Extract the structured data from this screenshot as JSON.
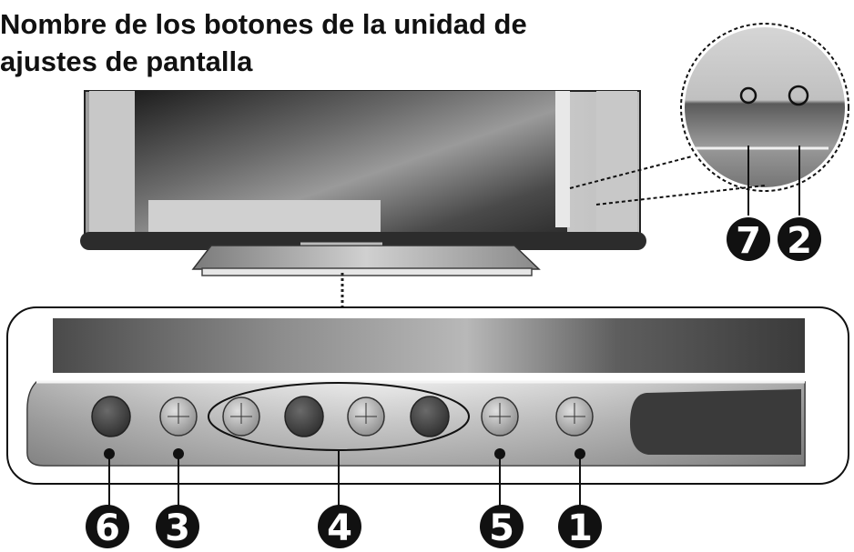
{
  "title": {
    "line1": "Nombre de los botones de la unidad de",
    "line2": "ajustes de pantalla"
  },
  "callouts": {
    "button_1": "1",
    "button_2": "2",
    "button_3": "3",
    "button_4": "4",
    "button_5": "5",
    "button_6": "6",
    "button_7": "7"
  },
  "colors": {
    "ink": "#111111",
    "panel_dark": "#3a3a3a",
    "panel_light": "#d8d8d8"
  }
}
